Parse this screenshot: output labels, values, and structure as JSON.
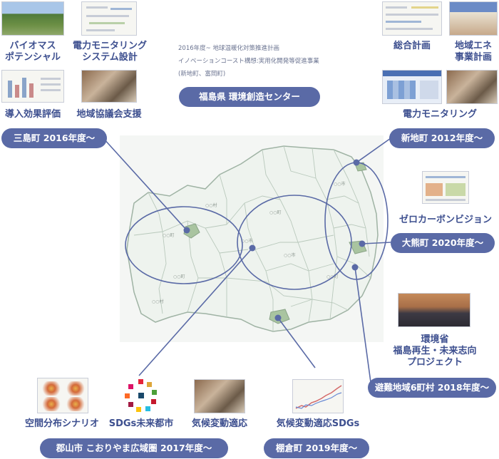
{
  "top_left": {
    "items": [
      {
        "label_lines": [
          "バイオマス",
          "ポテンシャル"
        ]
      },
      {
        "label_lines": [
          "電力モニタリング",
          "システム設計"
        ]
      },
      {
        "label_lines": [
          "導入効果評価"
        ]
      },
      {
        "label_lines": [
          "地域協議会支援"
        ]
      }
    ]
  },
  "top_center": {
    "lines": [
      "2016年度~ 地球温暖化対策推進計画",
      "イノベーションコースト構想:実用化開発等促進事業",
      "(新地町、富岡町)"
    ],
    "pill": "福島県 環境創造センター"
  },
  "top_right": {
    "items": [
      {
        "label_lines": [
          "総合計画"
        ]
      },
      {
        "label_lines": [
          "地域エネ",
          "事業計画"
        ]
      },
      {
        "label_lines": [
          "電力モニタリング"
        ]
      }
    ]
  },
  "pills": {
    "mishima": "三島町 2016年度〜",
    "shinchi": "新地町 2012年度〜",
    "okuma": "大熊町 2020年度〜",
    "evac": "避難地域6町村 2018年度〜",
    "koriyama": "郡山市 こおりやま広域圏 2017年度〜",
    "tanagura": "棚倉町 2019年度〜"
  },
  "right_middle": {
    "zero_carbon": "ゼロカーボンビジョン",
    "env_lines": [
      "環境省",
      "福島再生・未来志向",
      "プロジェクト"
    ]
  },
  "bottom": {
    "items": [
      "空間分布シナリオ",
      "SDGs未来都市",
      "気候変動適応",
      "気候変動適応SDGs"
    ]
  },
  "colors": {
    "accent": "#5a6aa6",
    "text": "#3d4f8f",
    "map_highlight": "#a9c4a0"
  }
}
